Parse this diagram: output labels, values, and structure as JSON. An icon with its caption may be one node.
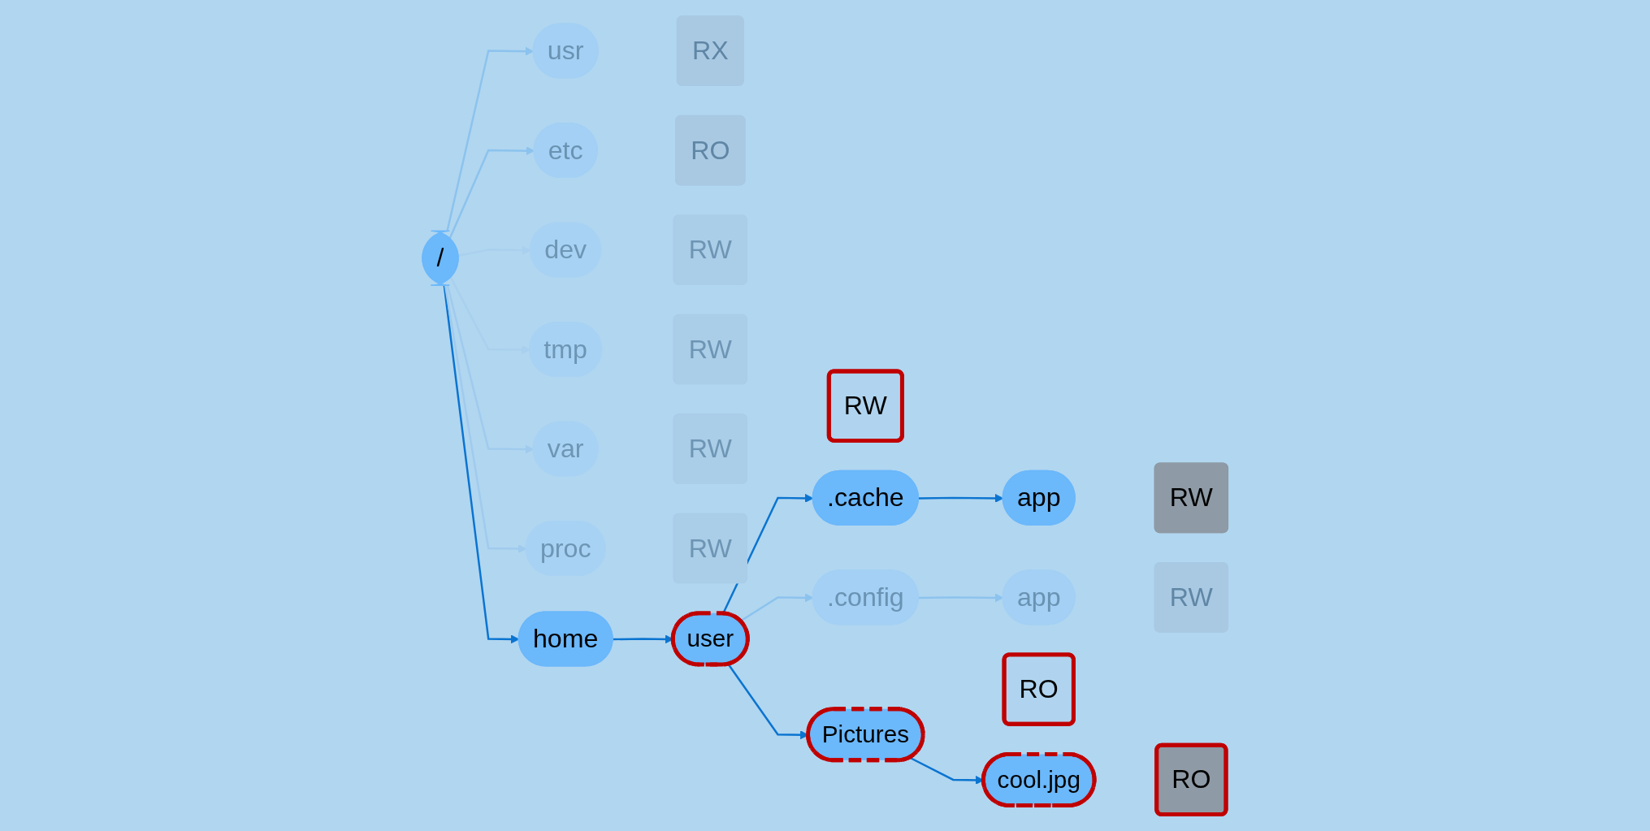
{
  "diagram": {
    "nodes": [
      {
        "text": [
          "/"
        ]
      },
      {
        "text": [
          "usr"
        ]
      },
      {
        "text": [
          "RX"
        ]
      },
      {
        "text": [
          "etc"
        ]
      },
      {
        "text": [
          "RO"
        ]
      },
      {
        "text": [
          "dev"
        ]
      },
      {
        "text": [
          "RW"
        ]
      },
      {
        "text": [
          "home"
        ]
      },
      {
        "text": [
          "tmp"
        ]
      },
      {
        "text": [
          "RW"
        ]
      },
      {
        "text": [
          "var"
        ]
      },
      {
        "text": [
          "RW"
        ]
      },
      {
        "text": [
          "proc"
        ]
      },
      {
        "text": [
          "RW"
        ]
      },
      {
        "text": [
          "user"
        ]
      },
      {
        "text": [
          "RW"
        ]
      },
      {
        "text": [
          ".cache"
        ]
      },
      {
        "text": [
          "app"
        ]
      },
      {
        "text": [
          "RW"
        ]
      },
      {
        "text": [
          ".config"
        ]
      },
      {
        "text": [
          "app"
        ]
      },
      {
        "text": [
          "RW"
        ]
      },
      {
        "text": [
          "Pictures"
        ]
      },
      {
        "text": [
          "RO"
        ]
      },
      {
        "text": [
          "cool.jpg"
        ]
      },
      {
        "text": [
          "RO"
        ]
      }
    ],
    "edges": [
      {
        "from": 0,
        "to": 1,
        "arrow": "to",
        "color": "#8cc3ee"
      },
      {
        "from": 0,
        "to": 3,
        "arrow": "to",
        "color": "#8cc3ee"
      },
      {
        "from": 0,
        "to": 5,
        "arrow": "to",
        "color": "#a9d0ee"
      },
      {
        "from": 0,
        "to": 7,
        "arrow": "to"
      },
      {
        "from": 0,
        "to": 8,
        "arrow": "to",
        "color": "#a9d0ee"
      },
      {
        "from": 0,
        "to": 10,
        "arrow": "to",
        "color": "#a0cbee"
      },
      {
        "from": 0,
        "to": 12,
        "arrow": "to",
        "color": "#a0cbee"
      },
      {
        "from": 7,
        "to": 14,
        "arrow": "to"
      },
      {
        "from": 14,
        "to": 16,
        "arrow": "to"
      },
      {
        "from": 14,
        "to": 19,
        "arrow": "to",
        "color": "#8cc3ee"
      },
      {
        "from": 14,
        "to": 22,
        "arrow": "to"
      },
      {
        "from": 16,
        "to": 17,
        "arrow": "to"
      },
      {
        "from": 19,
        "to": 20,
        "arrow": "to",
        "color": "#8cc3ee"
      },
      {
        "from": 22,
        "to": 24,
        "arrow": "to"
      }
    ]
  }
}
